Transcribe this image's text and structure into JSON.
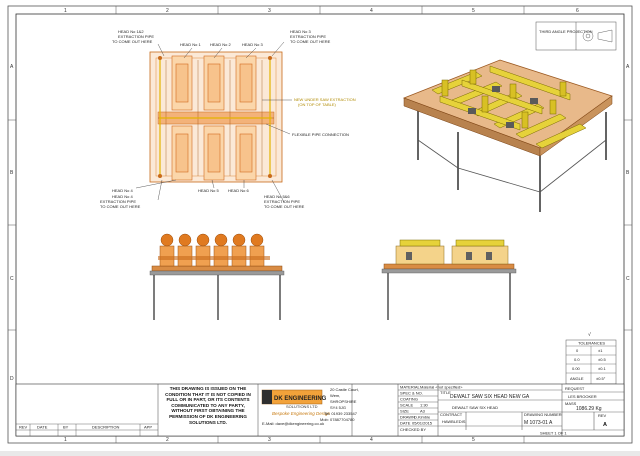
{
  "border": {
    "columns": [
      "1",
      "2",
      "3",
      "4",
      "5",
      "6"
    ],
    "rows": [
      "A",
      "B",
      "C",
      "D"
    ]
  },
  "projection": {
    "label": "THIRD ANGLE PROJECTION"
  },
  "plan": {
    "head_labels": [
      "HEAD No 1",
      "HEAD No 2",
      "HEAD No 3",
      "HEAD No 4",
      "HEAD No 5",
      "HEAD No 6"
    ],
    "callouts": {
      "top_left": [
        "HEAD No 1&2",
        "EXTRACTION PIPE",
        "TO COME OUT HERE"
      ],
      "top_right": [
        "HEAD No 3",
        "EXTRACTION PIPE",
        "TO COME OUT HERE"
      ],
      "bottom_left": [
        "HEAD No 4",
        "EXTRACTION PIPE",
        "TO COME OUT HERE"
      ],
      "bottom_right": [
        "HEAD No 5&6",
        "EXTRACTION PIPE",
        "TO COME OUT HERE"
      ],
      "saw_extraction": [
        "NEW UNDER SAW EXTRACTION",
        "(ON TOP OF TABLE)"
      ],
      "flexible_pipe": "FLEXIBLE PIPE CONNECTION"
    }
  },
  "tolerances": {
    "title": "TOLERANCES",
    "rows": [
      [
        "0",
        "±1"
      ],
      [
        "0.0",
        "±0.5"
      ],
      [
        "0.00",
        "±0.1"
      ],
      [
        "ANGLE",
        "±0.5°"
      ]
    ]
  },
  "notice": "THIS DRAWING IS ISSUED ON THE CONDITION THAT IT IS NOT COPIED IN FULL OR IN PART, OR ITS CONTENTS COMMUNICATED TO ANY PARTY, WITHOUT FIRST OBTAINING THE PERMISSION OF DK ENGINEERING SOLUTIONS LTD.",
  "company": {
    "logo_main": "DK ENGINEERING",
    "logo_sub": "SOLUTIONS LTD",
    "tagline": "Bespoke Engineering Design",
    "email": "E-Mail: dave@dkengineering.co.uk",
    "address": [
      "20 Castle Court,",
      "Wem,",
      "SHROPSHIRE",
      "SY4 5JG"
    ],
    "tel": "Tel: 01939 233547",
    "mob": "Mob: 07887704780"
  },
  "title_block": {
    "material_label": "MATERIAL",
    "material_value": "Material <not specified>",
    "spec_label": "SPEC & NO.",
    "coating_label": "COATING",
    "scale_label": "SCALE",
    "scale_value": "1:30",
    "size_label": "SIZE",
    "size_value": "A3",
    "drawn_label": "DRAWN",
    "drawn_value": "D.Kimble",
    "date_label": "DATE",
    "date_value": "05/01/2015",
    "checked_label": "CHECKED BY",
    "title_label": "TITLE",
    "title_value": "DEWALT SAW SIX HEAD NEW GA",
    "subtitle_value": "DEWALT SAW SIX HEAD",
    "contract_label": "CONTRACT",
    "contract_value": "HAWBLEDIS",
    "drawing_no_label": "DRAWING NUMBER",
    "drawing_no_value": "M 1073-01 A",
    "request_label": "REQUEST",
    "request_value": "LES BROOKER",
    "mass_label": "MASS",
    "mass_value": "1086.29 Kg",
    "rev_label": "REV",
    "rev_value": "A",
    "sheet": "SHEET 1 OF 1"
  },
  "revision_table": {
    "headers": [
      "REV",
      "DATE",
      "BY",
      "DESCRIPTION",
      "APP"
    ]
  }
}
